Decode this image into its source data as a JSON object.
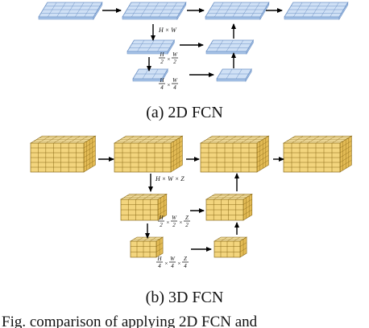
{
  "panels": [
    {
      "caption": "(a) 2D FCN",
      "dims": {
        "full": "H × W",
        "half": [
          "H",
          "2",
          "W",
          "2"
        ],
        "quarter": [
          "H",
          "4",
          "W",
          "4"
        ]
      }
    },
    {
      "caption": "(b) 3D FCN",
      "dims": {
        "full": "H × W × Z",
        "half": [
          "H",
          "2",
          "W",
          "2",
          "Z",
          "2"
        ],
        "quarter": [
          "H",
          "4",
          "W",
          "4",
          "Z",
          "4"
        ]
      }
    }
  ],
  "bottom_text": "Fig. comparison of applying 2D FCN and",
  "colors": {
    "grid2d_top": "#cfe0f5",
    "grid2d_side": "#a9c5e8",
    "grid2d_line": "#6f93c6",
    "cube3d_front": "#f3d57e",
    "cube3d_top": "#f8e4a6",
    "cube3d_side": "#e3bb55",
    "cube3d_line": "#8a6a18",
    "arrow": "#000000"
  }
}
